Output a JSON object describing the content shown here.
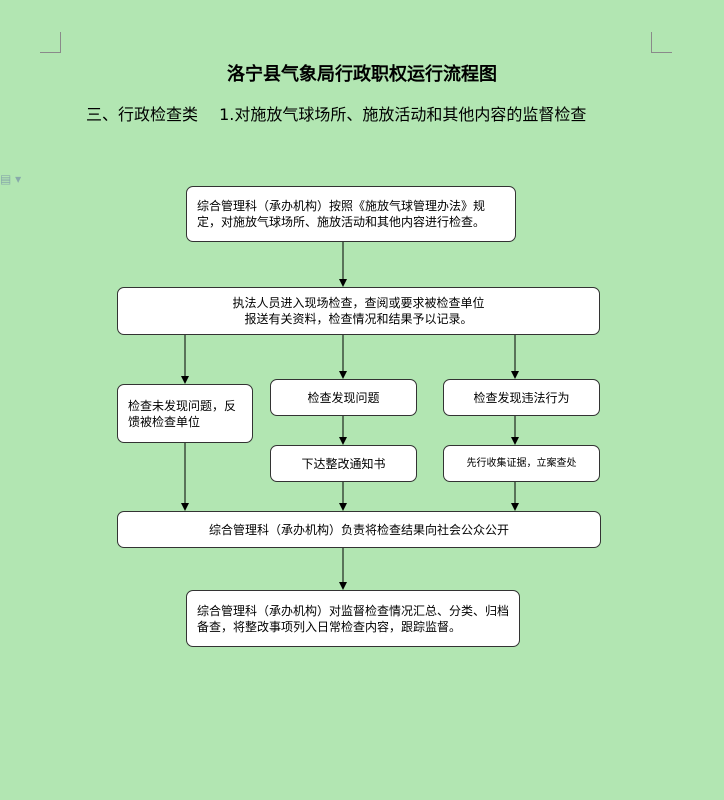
{
  "document": {
    "title": "洛宁县气象局行政职权运行流程图",
    "subtitle_part1": "三、行政检查类",
    "subtitle_part2": "1.对施放气球场所、施放活动和其他内容的监督检查"
  },
  "flowchart": {
    "box1": "综合管理科（承办机构）按照《施放气球管理办法》规定，对施放气球场所、施放活动和其他内容进行检查。",
    "box2": "执法人员进入现场检查，查阅或要求被检查单位\n报送有关资料，检查情况和结果予以记录。",
    "box_left": "检查未发现问题，反馈被检查单位",
    "box_mid": "检查发现问题",
    "box_right": "检查发现违法行为",
    "box_mid2": "下达整改通知书",
    "box_right2": "先行收集证据，立案查处",
    "box_public": "综合管理科（承办机构）负责将检查结果向社会公众公开",
    "box_final": "综合管理科（承办机构）对监督检查情况汇总、分类、归档备查，将整改事项列入日常检查内容，跟踪监督。"
  },
  "icons": {
    "side": "document-icon"
  }
}
